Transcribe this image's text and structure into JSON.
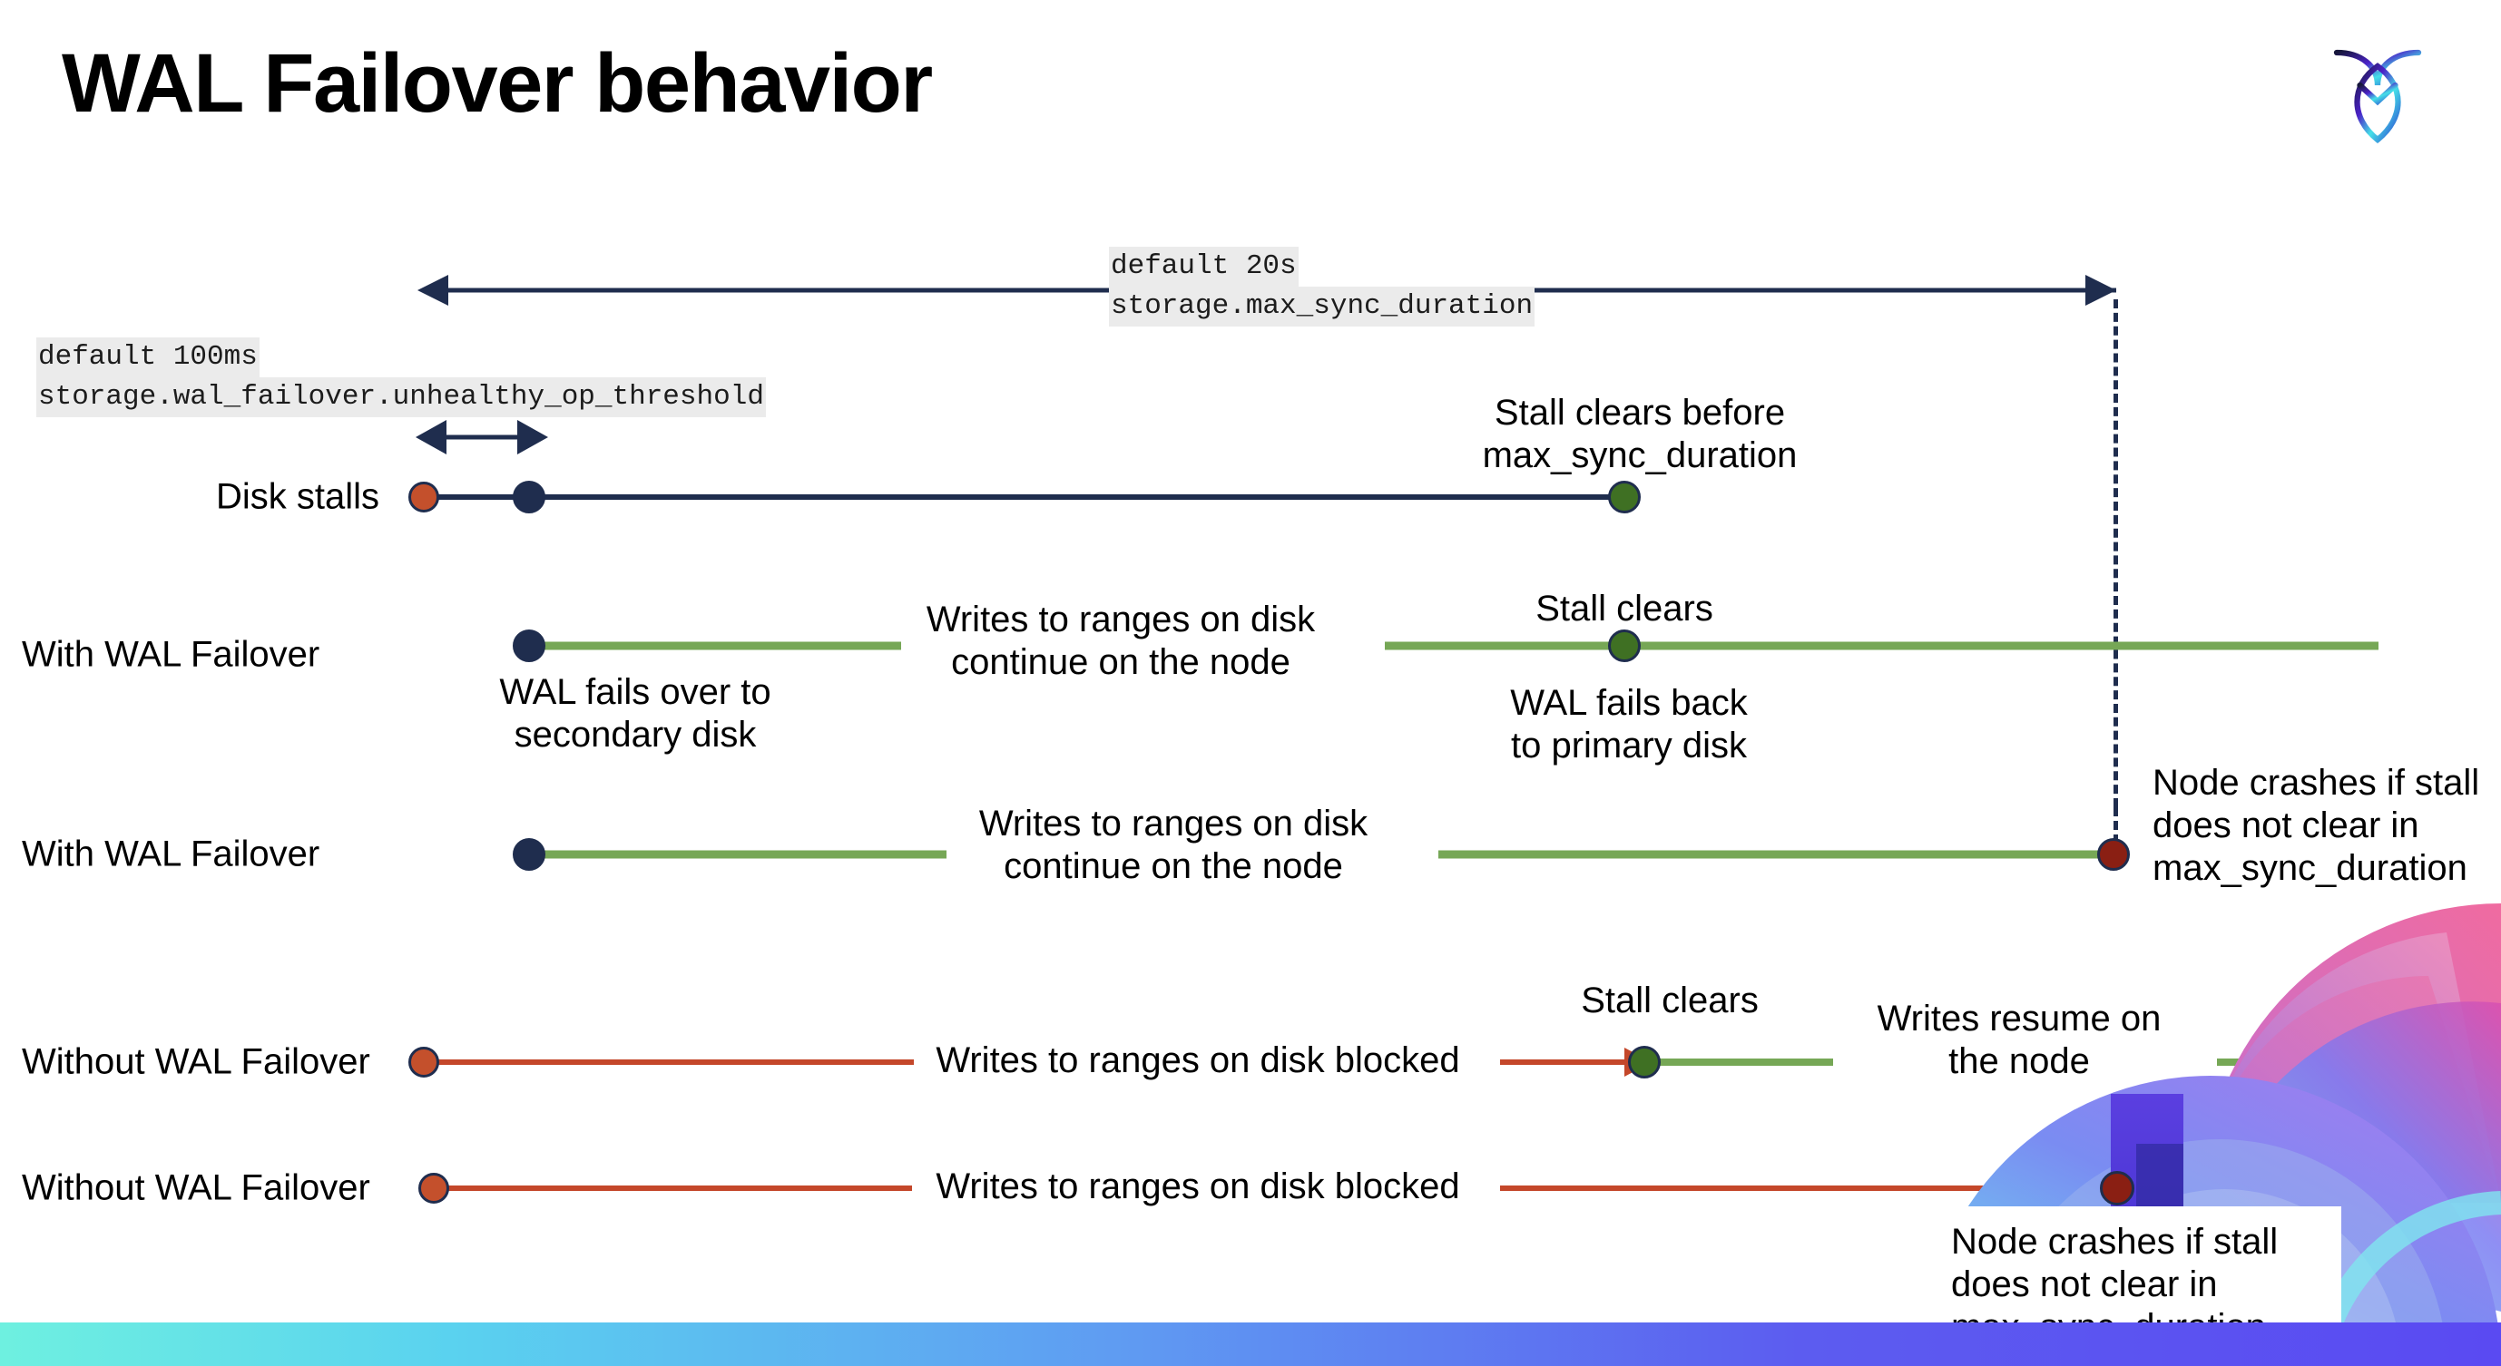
{
  "slide": {
    "title": "WAL Failover behavior",
    "logo_name": "cockroachdb-logo",
    "bottom_bar_gradient": "#6ef0e0 → #5a4af2"
  },
  "colors": {
    "navy": "#1f2d4e",
    "green_line": "#76a756",
    "red_line": "#c4472a",
    "dot_orange": "#c4502c",
    "dot_green": "#3f7023",
    "dot_dark_red": "#8a1f13",
    "code_bg": "#ebebeb"
  },
  "settings": {
    "max_sync": {
      "default_label": "default 20s",
      "name_label": "storage.max_sync_duration"
    },
    "unhealthy_op": {
      "default_label": "default 100ms",
      "name_label": "storage.wal_failover.unhealthy_op_threshold"
    }
  },
  "rows": [
    {
      "id": "disk-stalls",
      "label": "Disk stalls",
      "annotations": [
        {
          "id": "stall-clears-before",
          "text": "Stall clears before\nmax_sync_duration"
        }
      ]
    },
    {
      "id": "with-wal-failover-1",
      "label": "With WAL Failover",
      "annotations": [
        {
          "id": "wal-fails-over",
          "text": "WAL fails over to\nsecondary disk"
        },
        {
          "id": "writes-continue-1",
          "text": "Writes to ranges on disk\ncontinue on the node"
        },
        {
          "id": "stall-clears-1",
          "text": "Stall clears"
        },
        {
          "id": "wal-fails-back",
          "text": "WAL fails  back\nto primary disk"
        }
      ]
    },
    {
      "id": "with-wal-failover-2",
      "label": "With WAL Failover",
      "annotations": [
        {
          "id": "writes-continue-2",
          "text": "Writes to ranges on disk\ncontinue on the node"
        },
        {
          "id": "node-crashes-1",
          "text": "Node crashes if stall\ndoes not clear in\nmax_sync_duration"
        }
      ]
    },
    {
      "id": "without-wal-failover-1",
      "label": "Without WAL Failover",
      "annotations": [
        {
          "id": "writes-blocked-1",
          "text": "Writes to ranges on disk  blocked"
        },
        {
          "id": "stall-clears-2",
          "text": "Stall clears"
        },
        {
          "id": "writes-resume",
          "text": "Writes resume on\nthe node"
        }
      ]
    },
    {
      "id": "without-wal-failover-2",
      "label": "Without WAL Failover",
      "annotations": [
        {
          "id": "writes-blocked-2",
          "text": "Writes to ranges on disk  blocked"
        },
        {
          "id": "node-crashes-2",
          "text": "Node crashes if stall\ndoes not clear in\nmax_sync_duration"
        }
      ]
    }
  ]
}
